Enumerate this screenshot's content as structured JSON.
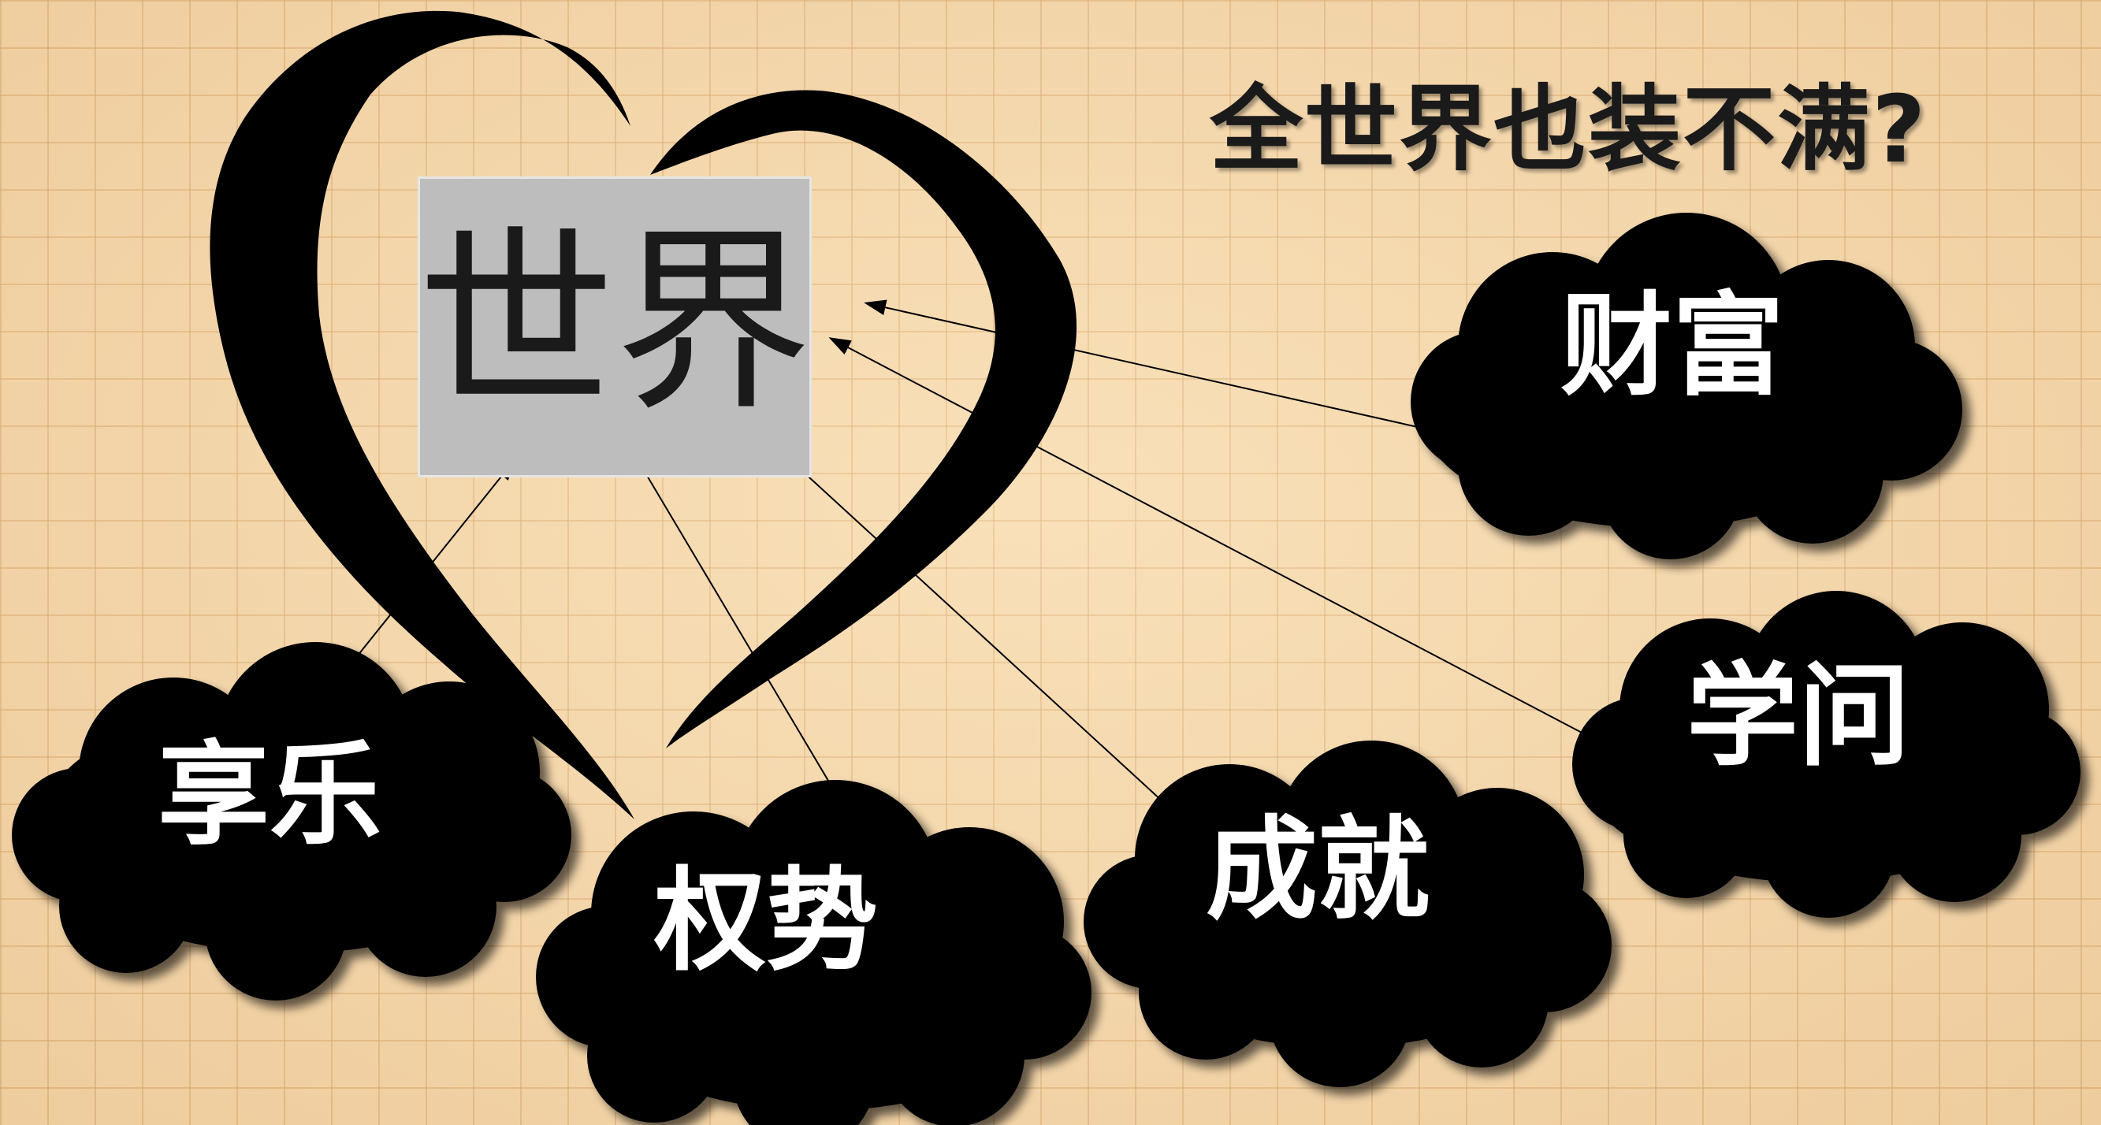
{
  "title": "全世界也装不满?",
  "center_box": {
    "label": "世界"
  },
  "clouds": [
    {
      "id": "wealth",
      "label": "财富"
    },
    {
      "id": "knowledge",
      "label": "学问"
    },
    {
      "id": "achievement",
      "label": "成就"
    },
    {
      "id": "power",
      "label": "权势"
    },
    {
      "id": "pleasure",
      "label": "享乐"
    }
  ],
  "colors": {
    "paper": "#f6d8ac",
    "grid_line": "#d6a668",
    "ink": "#000000",
    "box_fill": "#bdbdbd",
    "cloud_text": "#ffffff"
  }
}
